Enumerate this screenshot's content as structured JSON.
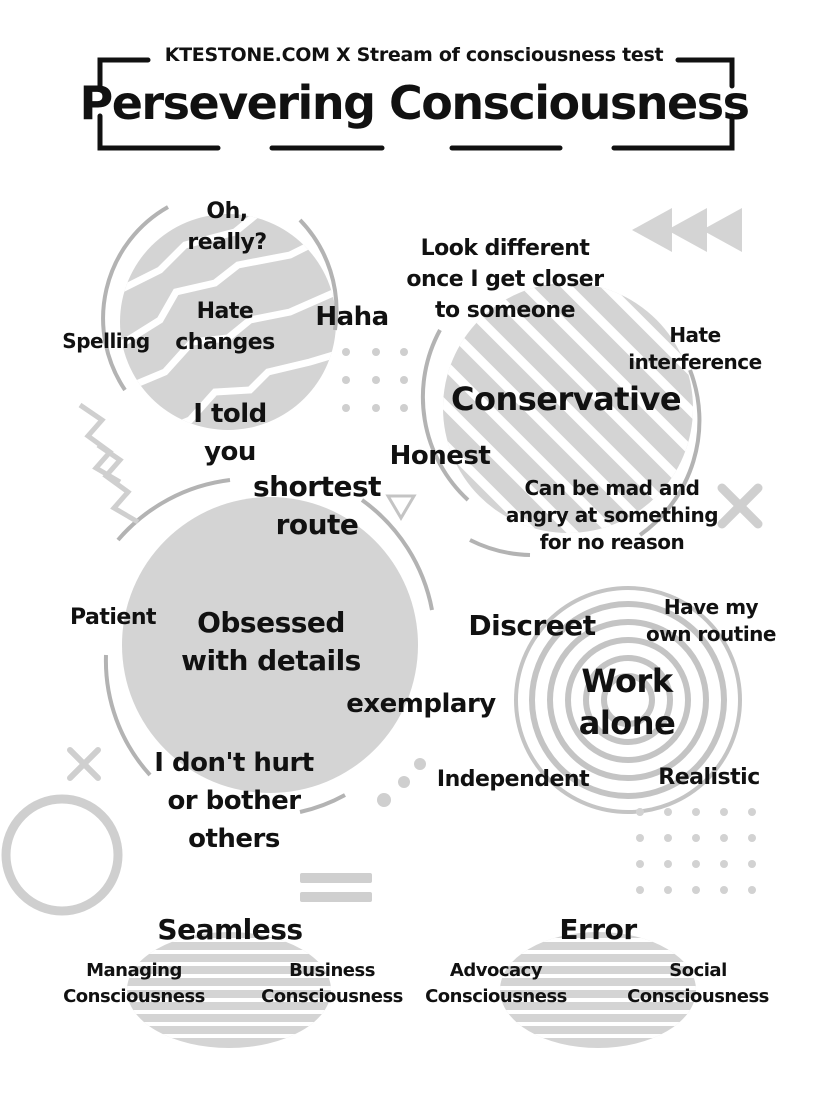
{
  "header": {
    "subtitle": "KTESTONE.COM X Stream of consciousness test",
    "title": "Persevering Consciousness"
  },
  "bubbles": {
    "top_left": {
      "oh_really": "Oh,\nreally?",
      "spelling": "Spelling",
      "hate_changes": "Hate\nchanges",
      "haha": "Haha",
      "i_told_you": "I told\nyou"
    },
    "top_right": {
      "look_different": "Look different\nonce I get closer\nto someone",
      "hate_interference": "Hate\ninterference",
      "conservative": "Conservative",
      "honest": "Honest",
      "mad_angry": "Can be mad and\nangry at something\nfor no reason"
    },
    "middle_left": {
      "shortest_route": "shortest\nroute",
      "patient": "Patient",
      "obsessed": "Obsessed\nwith details",
      "exemplary": "exemplary",
      "dont_hurt": "I don't hurt\nor bother\nothers"
    },
    "middle_right": {
      "discreet": "Discreet",
      "own_routine": "Have my\nown routine",
      "work_alone": "Work\nalone",
      "independent": "Independent",
      "realistic": "Realistic"
    }
  },
  "bottom": {
    "seamless": {
      "title": "Seamless",
      "left": "Managing\nConsciousness",
      "right": "Business\nConsciousness"
    },
    "error": {
      "title": "Error",
      "left": "Advocacy\nConsciousness",
      "right": "Social\nConsciousness"
    }
  },
  "colors": {
    "ink": "#111111",
    "fill": "#d4d4d4",
    "ring": "#b3b3b3",
    "deco": "#cfcfcf"
  }
}
